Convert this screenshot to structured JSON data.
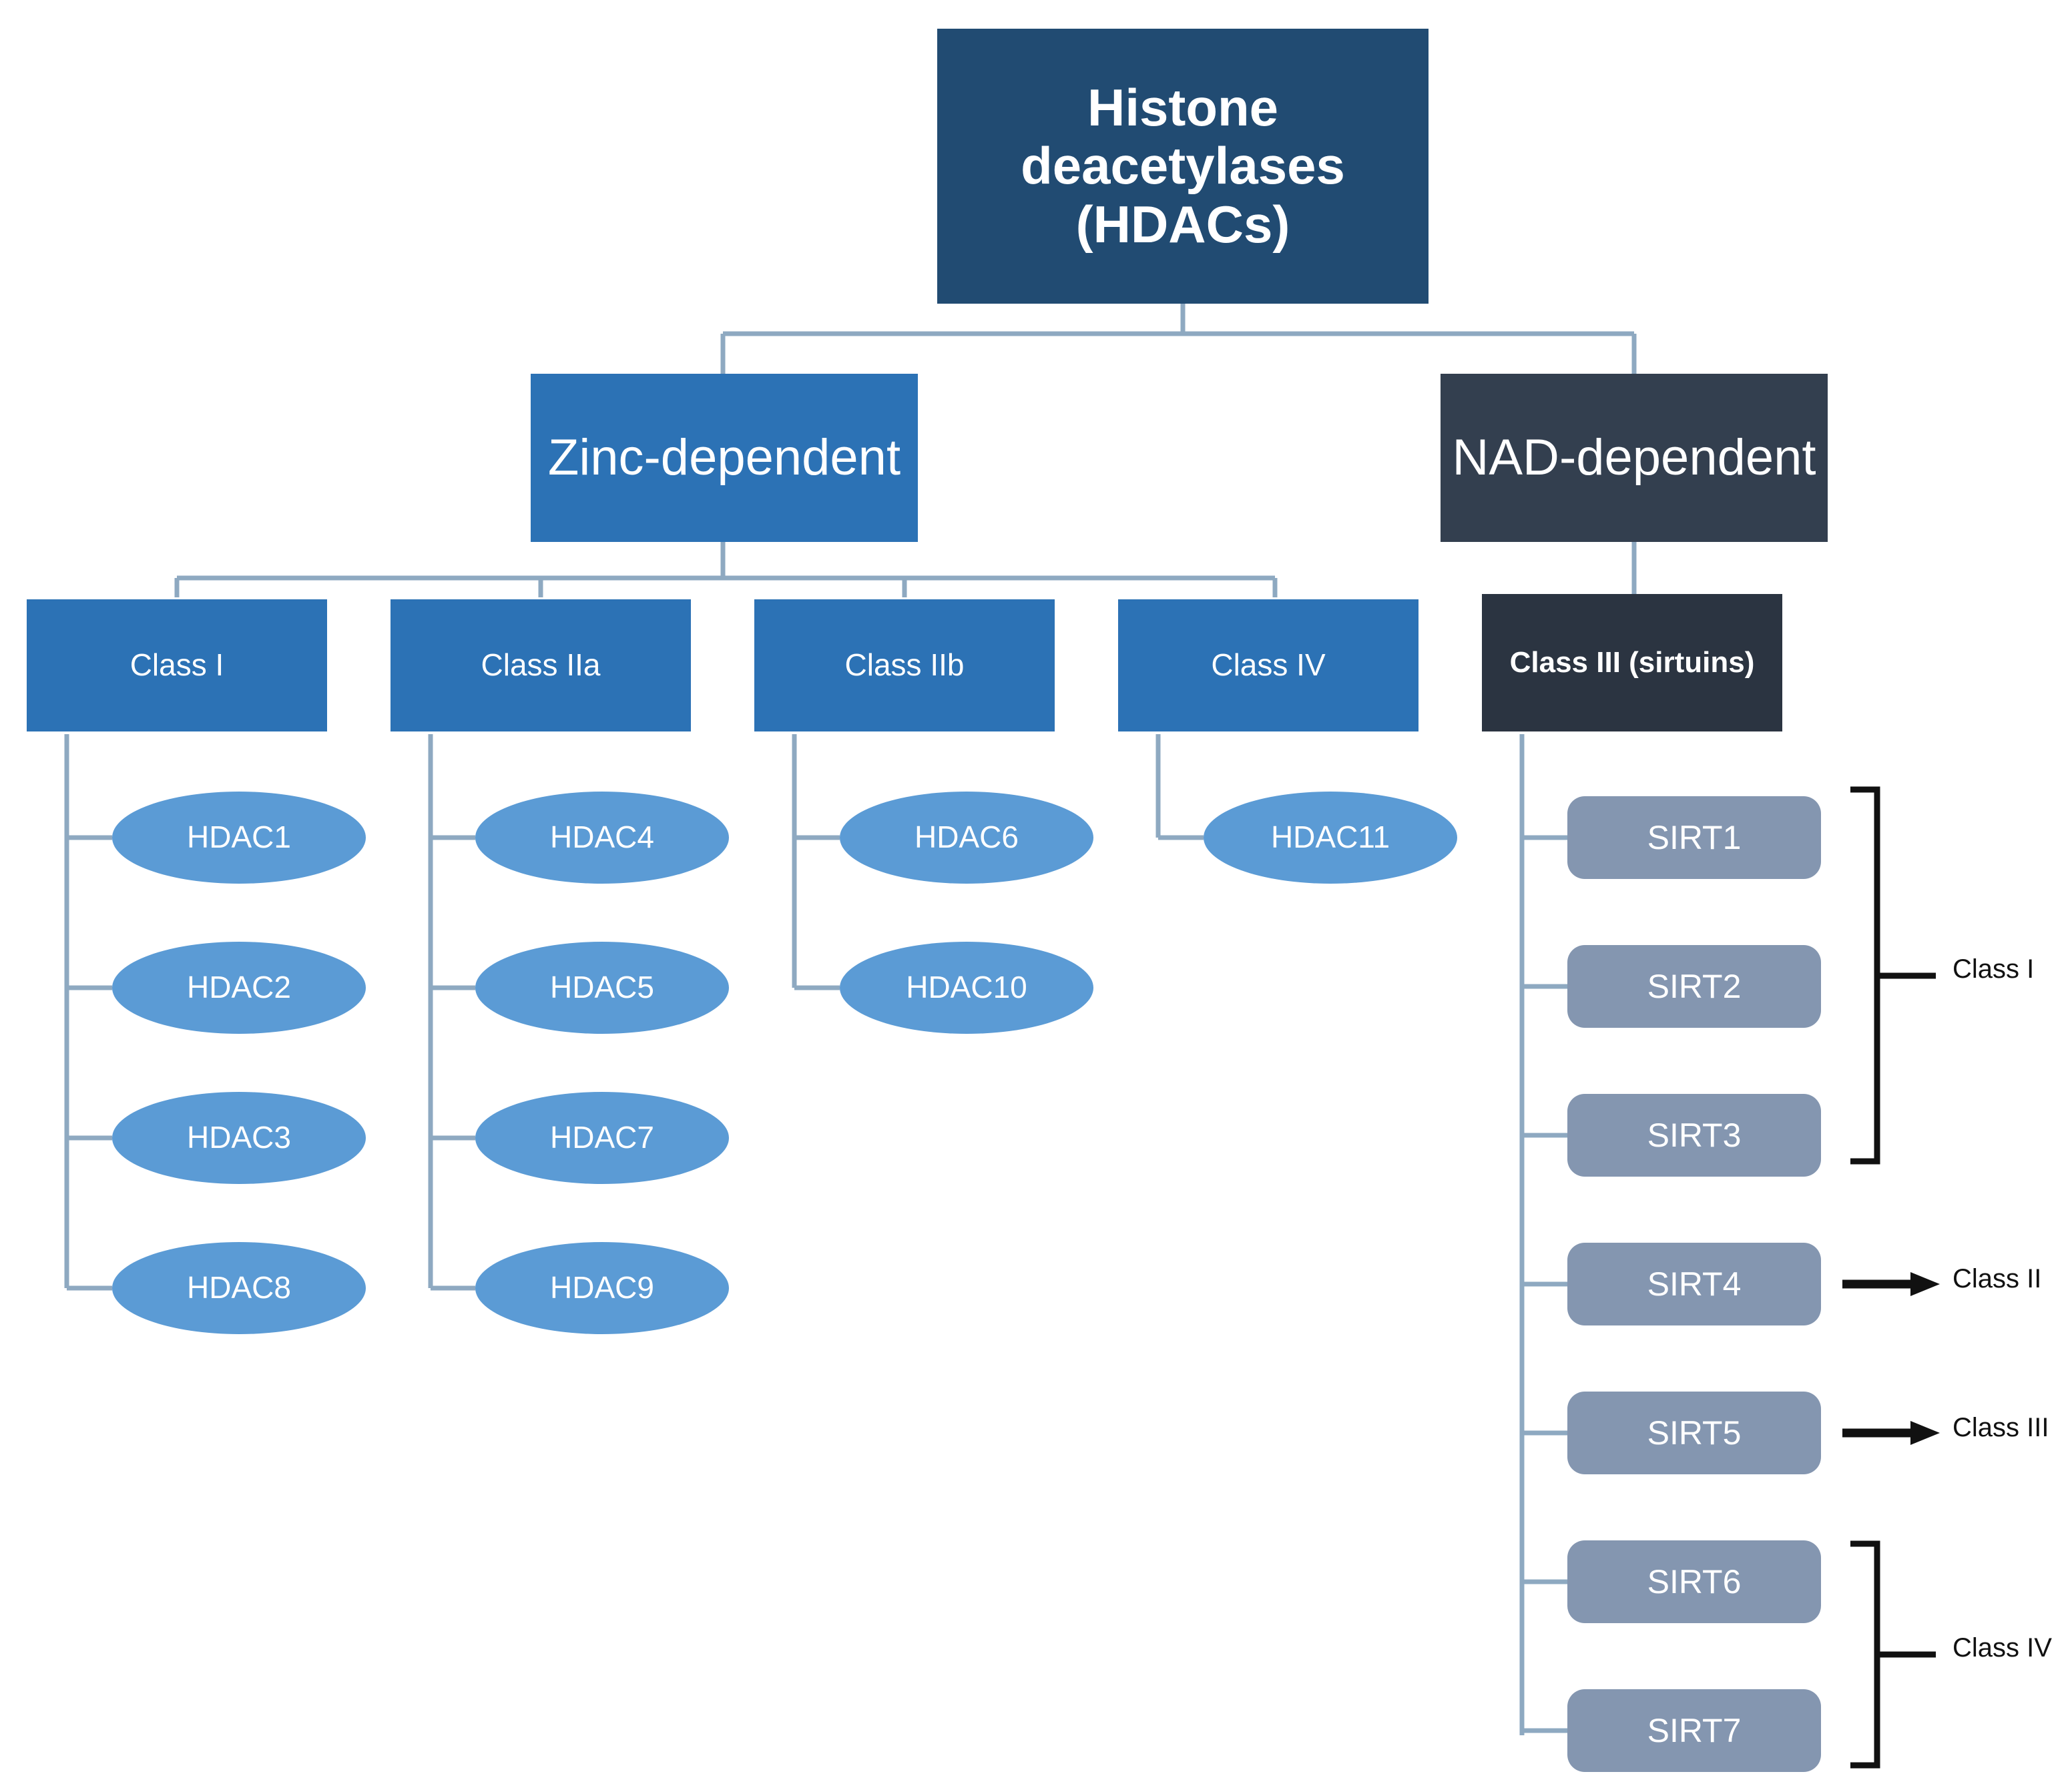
{
  "diagram": {
    "title": "Histone deacetylases (HDACs) classification",
    "colors": {
      "root_fill": "#214B72",
      "zinc_fill": "#2C72B5",
      "nad_fill": "#333F4F",
      "class_blue_fill": "#2C72B5",
      "class_dark_fill": "#2B3441",
      "ellipse_fill": "#5B9BD5",
      "sirt_fill": "#8496B0",
      "connector": "#8EA9C1",
      "annotation": "#111111",
      "background": "#FFFFFF"
    }
  },
  "root": {
    "label": "Histone deacetylases (HDACs)"
  },
  "tier2": [
    {
      "id": "zinc",
      "label": "Zinc-dependent"
    },
    {
      "id": "nad",
      "label": "NAD-dependent"
    }
  ],
  "classes": [
    {
      "id": "class-i",
      "label": "Class I",
      "parent": "zinc"
    },
    {
      "id": "class-iia",
      "label": "Class IIa",
      "parent": "zinc"
    },
    {
      "id": "class-iib",
      "label": "Class IIb",
      "parent": "zinc"
    },
    {
      "id": "class-iv",
      "label": "Class IV",
      "parent": "zinc"
    },
    {
      "id": "class-iii",
      "label": "Class III (sirtuins)",
      "parent": "nad"
    }
  ],
  "enzymes": {
    "class_i": [
      "HDAC1",
      "HDAC2",
      "HDAC3",
      "HDAC8"
    ],
    "class_iia": [
      "HDAC4",
      "HDAC5",
      "HDAC7",
      "HDAC9"
    ],
    "class_iib": [
      "HDAC6",
      "HDAC10"
    ],
    "class_iv": [
      "HDAC11"
    ],
    "class_iii": [
      "SIRT1",
      "SIRT2",
      "SIRT3",
      "SIRT4",
      "SIRT5",
      "SIRT6",
      "SIRT7"
    ]
  },
  "sirtuin_annotations": [
    {
      "id": "sirt-class-i",
      "label": "Class I",
      "kind": "bracket",
      "members": [
        "SIRT1",
        "SIRT2",
        "SIRT3"
      ]
    },
    {
      "id": "sirt-class-ii",
      "label": "Class II",
      "kind": "arrow",
      "members": [
        "SIRT4"
      ]
    },
    {
      "id": "sirt-class-iii",
      "label": "Class III",
      "kind": "arrow",
      "members": [
        "SIRT5"
      ]
    },
    {
      "id": "sirt-class-iv",
      "label": "Class IV",
      "kind": "bracket",
      "members": [
        "SIRT6",
        "SIRT7"
      ]
    }
  ]
}
